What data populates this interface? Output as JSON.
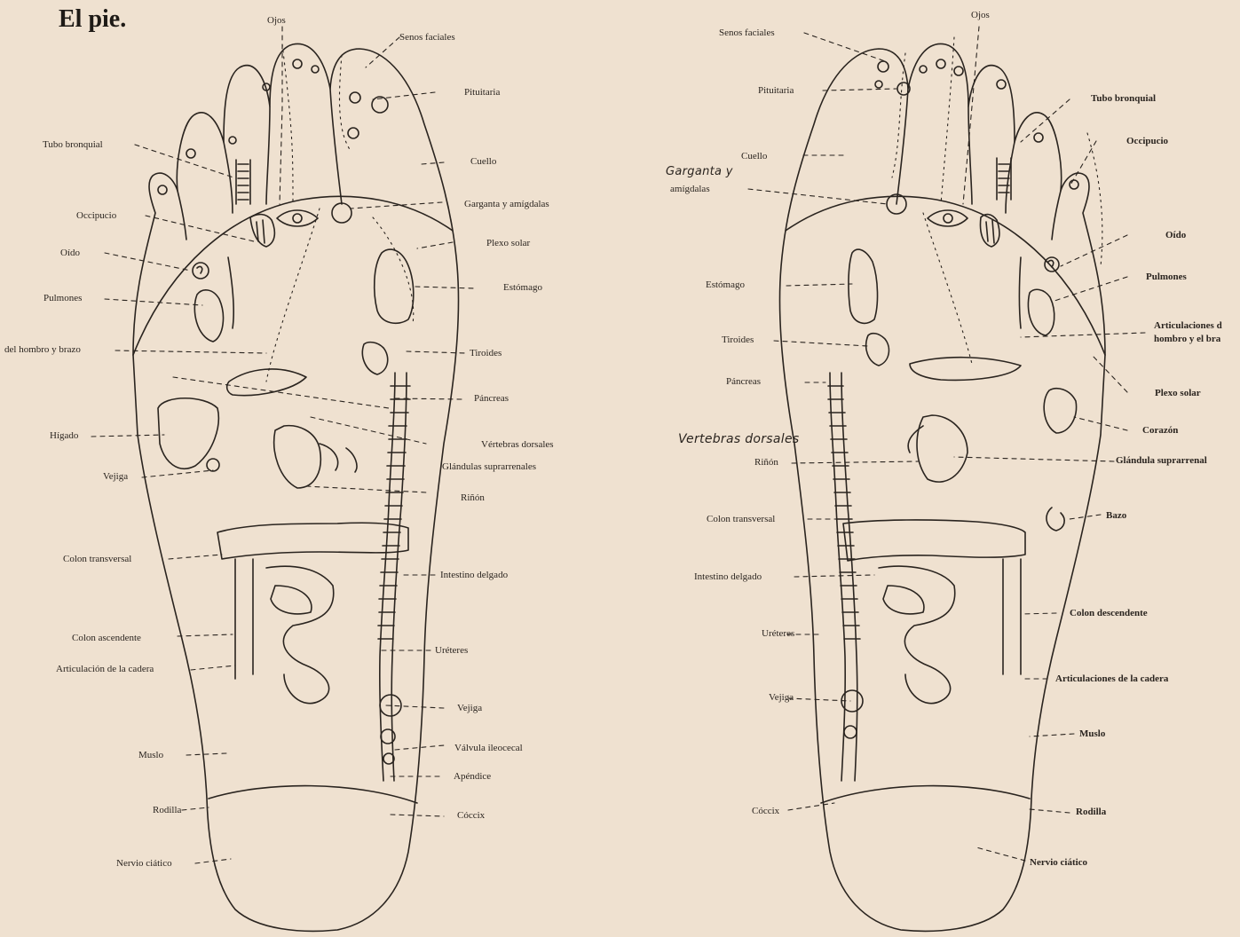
{
  "title": "El pie.",
  "left_foot_labels": {
    "ojos": "Ojos",
    "senos_faciales": "Senos faciales",
    "pituitaria": "Pituitaria",
    "tubo_bronquial": "Tubo bronquial",
    "cuello": "Cuello",
    "garganta": "Garganta y amígdalas",
    "occipucio": "Occipucio",
    "plexo_solar": "Plexo solar",
    "oido": "Oído",
    "estomago": "Estómago",
    "pulmones": "Pulmones",
    "hombro": "del hombro y brazo",
    "tiroides": "Tiroides",
    "pancreas": "Páncreas",
    "higado": "Hígado",
    "vertebras": "Vértebras dorsales",
    "glandulas": "Glándulas suprarrenales",
    "vejiga_left": "Vejiga",
    "rinon": "Riñón",
    "colon_transversal": "Colon transversal",
    "intestino": "Intestino delgado",
    "colon_ascendente": "Colon ascendente",
    "ureteres": "Uréteres",
    "cadera": "Articulación de la cadera",
    "vejiga_right": "Vejiga",
    "valvula": "Válvula ileocecal",
    "muslo": "Muslo",
    "apendice": "Apéndice",
    "rodilla": "Rodilla",
    "coccix": "Cóccix",
    "nervio": "Nervio ciático"
  },
  "right_foot_labels": {
    "ojos": "Ojos",
    "senos_faciales": "Senos faciales",
    "pituitaria": "Pituitaria",
    "tubo_bronquial": "Tubo bronquial",
    "occipucio": "Occipucio",
    "cuello": "Cuello",
    "garganta_hand": "Garganta y",
    "amigdalas": "amígdalas",
    "oido": "Oído",
    "estomago": "Estómago",
    "pulmones": "Pulmones",
    "articulaciones": "Articulaciones d",
    "hombro": "hombro y el bra",
    "tiroides": "Tiroides",
    "plexo_solar": "Plexo solar",
    "pancreas": "Páncreas",
    "corazon": "Corazón",
    "vertebras_hand": "Vertebras dorsales",
    "glandula": "Glándula suprarrenal",
    "rinon": "Riñón",
    "colon_transversal": "Colon transversal",
    "bazo": "Bazo",
    "intestino": "Intestino delgado",
    "colon_descendente": "Colon descendente",
    "ureteres": "Uréteres",
    "vejiga": "Vejiga",
    "cadera": "Articulaciones de la cadera",
    "muslo": "Muslo",
    "rodilla": "Rodilla",
    "coccix": "Cóccix",
    "nervio": "Nervio ciático"
  },
  "colors": {
    "paper": "#efe1d0",
    "ink": "#2a241f",
    "bleed": "#c9b6a4"
  }
}
